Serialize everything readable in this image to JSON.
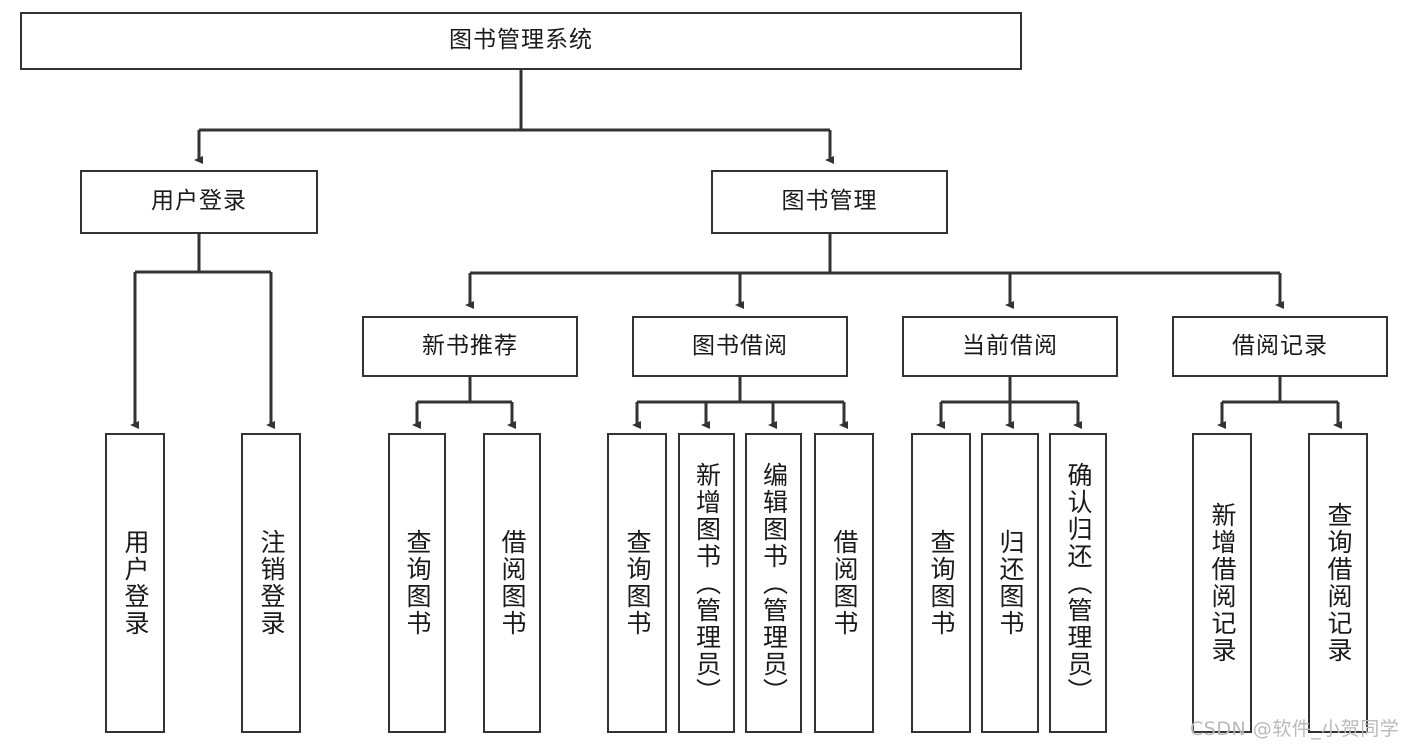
{
  "diagram": {
    "title": "图书管理系统",
    "type": "hierarchy-tree",
    "accent_line_color": "#333333",
    "node_border_color": "#333333",
    "node_fill_color": "#ffffff",
    "text_color": "#1a1a1a"
  },
  "root": {
    "label": "图书管理系统"
  },
  "level2": [
    {
      "label": "用户登录"
    },
    {
      "label": "图书管理"
    }
  ],
  "level3": [
    {
      "label": "新书推荐"
    },
    {
      "label": "图书借阅"
    },
    {
      "label": "当前借阅"
    },
    {
      "label": "借阅记录"
    }
  ],
  "leaves": {
    "user_login": [
      {
        "label": "用户登录"
      },
      {
        "label": "注销登录"
      }
    ],
    "new_book_recommend": [
      {
        "label": "查询图书"
      },
      {
        "label": "借阅图书"
      }
    ],
    "book_borrow": [
      {
        "label": "查询图书"
      },
      {
        "label": "新增图书（管理员）"
      },
      {
        "label": "编辑图书（管理员）"
      },
      {
        "label": "借阅图书"
      }
    ],
    "current_borrow": [
      {
        "label": "查询图书"
      },
      {
        "label": "归还图书"
      },
      {
        "label": "确认归还（管理员）"
      }
    ],
    "borrow_record": [
      {
        "label": "新增借阅记录"
      },
      {
        "label": "查询借阅记录"
      }
    ]
  },
  "watermark": {
    "text": "CSDN @软件_小贺同学"
  }
}
